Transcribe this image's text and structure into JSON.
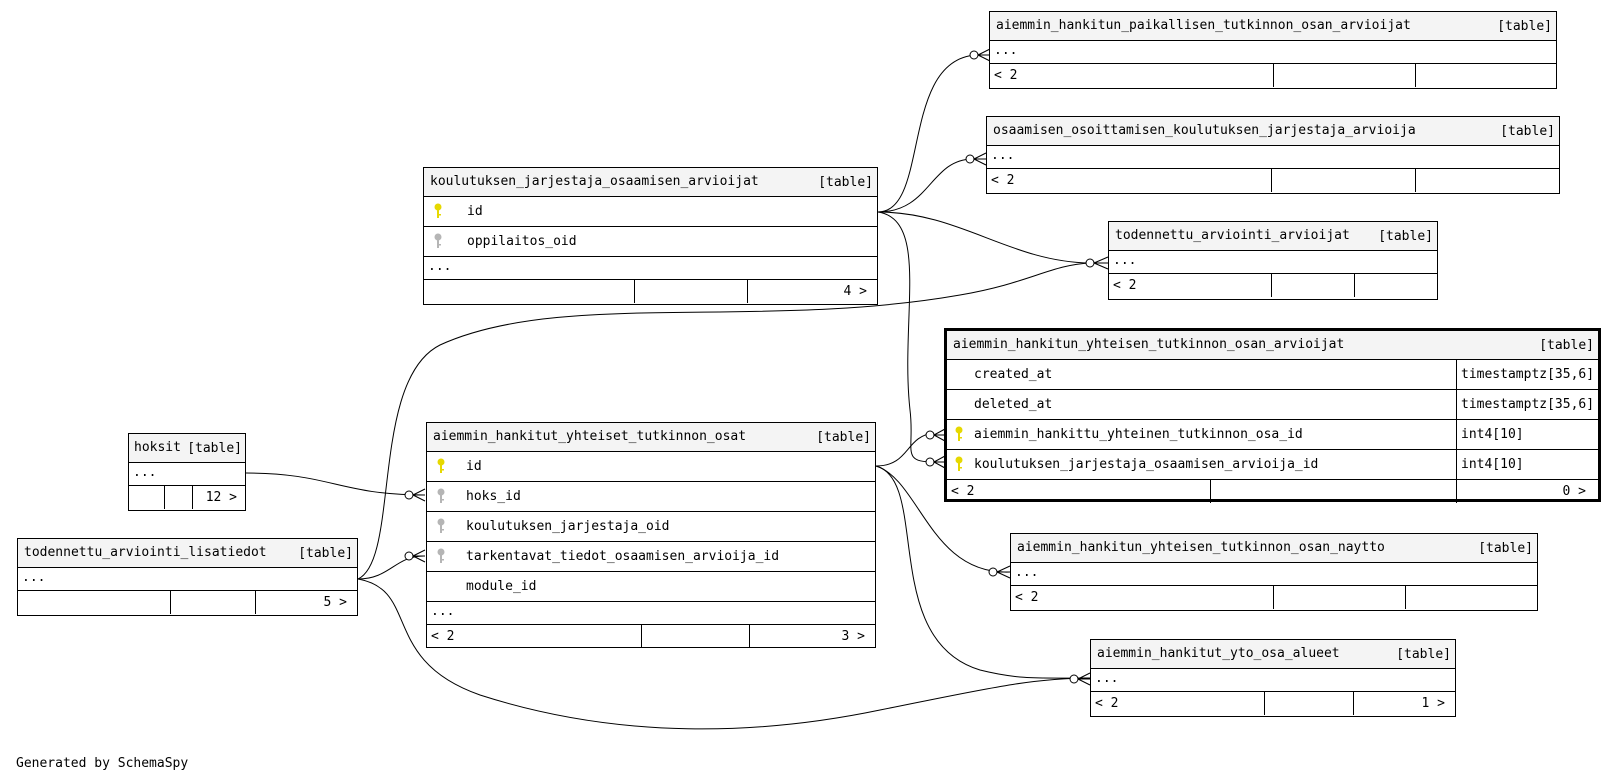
{
  "credit": "Generated by SchemaSpy",
  "colors": {
    "primary_key": "#e6d800",
    "foreign_key": "#b5b5b5",
    "header_bg": "#f4f4f4"
  },
  "tables": {
    "paikallisen": {
      "name": "aiemmin_hankitun_paikallisen_tutkinnon_osan_arvioijat",
      "kind": "[table]",
      "ellipsis": "...",
      "foot_left": "< 2"
    },
    "osoittamisen": {
      "name": "osaamisen_osoittamisen_koulutuksen_jarjestaja_arvioija",
      "kind": "[table]",
      "ellipsis": "...",
      "foot_left": "< 2"
    },
    "koulutuksen": {
      "name": "koulutuksen_jarjestaja_osaamisen_arvioijat",
      "kind": "[table]",
      "cols": [
        "id",
        "oppilaitos_oid"
      ],
      "ellipsis": "...",
      "foot_right": "4 >"
    },
    "todennettu": {
      "name": "todennettu_arviointi_arvioijat",
      "kind": "[table]",
      "ellipsis": "...",
      "foot_left": "< 2"
    },
    "focus": {
      "name": "aiemmin_hankitun_yhteisen_tutkinnon_osan_arvioijat",
      "kind": "[table]",
      "cols": [
        {
          "name": "created_at",
          "type": "timestamptz[35,6]"
        },
        {
          "name": "deleted_at",
          "type": "timestamptz[35,6]"
        },
        {
          "name": "aiemmin_hankittu_yhteinen_tutkinnon_osa_id",
          "type": "int4[10]"
        },
        {
          "name": "koulutuksen_jarjestaja_osaamisen_arvioija_id",
          "type": "int4[10]"
        }
      ],
      "foot_left": "< 2",
      "foot_right": "0 >"
    },
    "hoksit": {
      "name": "hoksit",
      "kind": "[table]",
      "ellipsis": "...",
      "foot_right": "12 >"
    },
    "yhteiset": {
      "name": "aiemmin_hankitut_yhteiset_tutkinnon_osat",
      "kind": "[table]",
      "cols": [
        "id",
        "hoks_id",
        "koulutuksen_jarjestaja_oid",
        "tarkentavat_tiedot_osaamisen_arvioija_id",
        "module_id"
      ],
      "ellipsis": "...",
      "foot_left": "< 2",
      "foot_right": "3 >"
    },
    "lisatiedot": {
      "name": "todennettu_arviointi_lisatiedot",
      "kind": "[table]",
      "ellipsis": "...",
      "foot_right": "5 >"
    },
    "naytto": {
      "name": "aiemmin_hankitun_yhteisen_tutkinnon_osan_naytto",
      "kind": "[table]",
      "ellipsis": "...",
      "foot_left": "< 2"
    },
    "alueet": {
      "name": "aiemmin_hankitut_yto_osa_alueet",
      "kind": "[table]",
      "ellipsis": "...",
      "foot_left": "< 2",
      "foot_right": "1 >"
    }
  }
}
